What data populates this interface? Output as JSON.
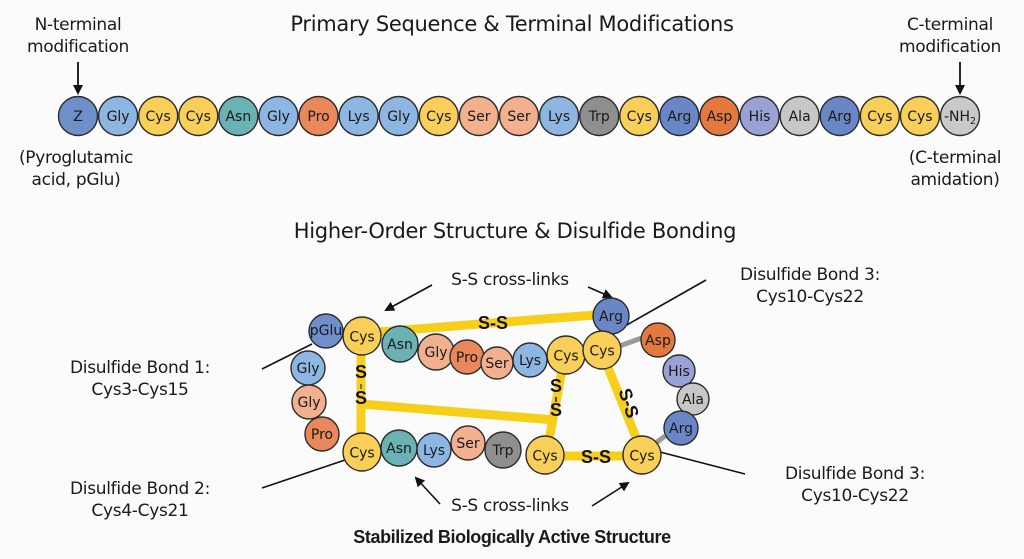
{
  "colors": {
    "pGlu": "#6f8fcb",
    "Gly": "#8db6e2",
    "Cys": "#f9cf5a",
    "Asn": "#6ab2b3",
    "Pro": "#e9885a",
    "Lys": "#8db6e2",
    "Ser": "#f3b08e",
    "Trp": "#8f8f8f",
    "Arg": "#6987c6",
    "Asp": "#e4793f",
    "His": "#98a2d4",
    "Ala": "#c7c7c7",
    "NH2": "#c9c9c9",
    "bond": "#f7cf1b",
    "connector": "#9a9a9a",
    "outline": "#2b2b2b"
  },
  "primary": {
    "title": "Primary Sequence & Terminal Modifications",
    "n_term_label": [
      "N-terminal",
      "modification"
    ],
    "n_term_note": [
      "(Pyroglutamic",
      "acid, pGlu)"
    ],
    "c_term_label": [
      "C-terminal",
      "modification"
    ],
    "c_term_note": [
      "(C-terminal",
      "amidation)"
    ],
    "sequence": [
      {
        "label": "Z",
        "type": "pGlu"
      },
      {
        "label": "Gly",
        "type": "Gly"
      },
      {
        "label": "Cys",
        "type": "Cys"
      },
      {
        "label": "Cys",
        "type": "Cys"
      },
      {
        "label": "Asn",
        "type": "Asn"
      },
      {
        "label": "Gly",
        "type": "Gly"
      },
      {
        "label": "Pro",
        "type": "Pro"
      },
      {
        "label": "Lys",
        "type": "Lys"
      },
      {
        "label": "Gly",
        "type": "Gly"
      },
      {
        "label": "Cys",
        "type": "Cys"
      },
      {
        "label": "Ser",
        "type": "Ser"
      },
      {
        "label": "Ser",
        "type": "Ser"
      },
      {
        "label": "Lys",
        "type": "Lys"
      },
      {
        "label": "Trp",
        "type": "Trp"
      },
      {
        "label": "Cys",
        "type": "Cys"
      },
      {
        "label": "Arg",
        "type": "Arg"
      },
      {
        "label": "Asp",
        "type": "Asp"
      },
      {
        "label": "His",
        "type": "His"
      },
      {
        "label": "Ala",
        "type": "Ala"
      },
      {
        "label": "Arg",
        "type": "Arg"
      },
      {
        "label": "Cys",
        "type": "Cys"
      },
      {
        "label": "Cys",
        "type": "Cys"
      },
      {
        "label": "-NH2",
        "type": "NH2"
      }
    ]
  },
  "structure": {
    "title": "Higher-Order Structure & Disulfide Bonding",
    "caption": "Stabilized Biologically Active Structure",
    "crosslinks_top": "S-S cross-links",
    "crosslinks_bottom": "S-S cross-links",
    "bond_label": "S-S",
    "bond1": [
      "Disulfide Bond 1:",
      "Cys3-Cys15"
    ],
    "bond2": [
      "Disulfide Bond 2:",
      "Cys4-Cys21"
    ],
    "bond3_top": [
      "Disulfide Bond 3:",
      "Cys10-Cys22"
    ],
    "bond3_bottom": [
      "Disulfide Bond 3:",
      "Cys10-Cys22"
    ],
    "residues": [
      {
        "label": "pGlu",
        "type": "pGlu"
      },
      {
        "label": "Cys",
        "type": "Cys"
      },
      {
        "label": "Asn",
        "type": "Asn"
      },
      {
        "label": "Gly",
        "type": "Ser"
      },
      {
        "label": "Pro",
        "type": "Pro"
      },
      {
        "label": "Ser",
        "type": "Ser"
      },
      {
        "label": "Lys",
        "type": "Lys"
      },
      {
        "label": "Cys",
        "type": "Cys"
      },
      {
        "label": "Cys",
        "type": "Cys"
      },
      {
        "label": "Arg",
        "type": "Arg"
      },
      {
        "label": "Asp",
        "type": "Asp"
      },
      {
        "label": "His",
        "type": "His"
      },
      {
        "label": "Ala",
        "type": "Ala"
      },
      {
        "label": "Arg",
        "type": "Arg"
      },
      {
        "label": "Cys",
        "type": "Cys"
      },
      {
        "label": "Cys",
        "type": "Cys"
      },
      {
        "label": "Trp",
        "type": "Trp"
      },
      {
        "label": "Ser",
        "type": "Ser"
      },
      {
        "label": "Lys",
        "type": "Lys"
      },
      {
        "label": "Asn",
        "type": "Asn"
      },
      {
        "label": "Cys",
        "type": "Cys"
      },
      {
        "label": "Pro",
        "type": "Pro"
      },
      {
        "label": "Gly",
        "type": "Ser"
      },
      {
        "label": "Gly",
        "type": "Gly"
      }
    ]
  }
}
